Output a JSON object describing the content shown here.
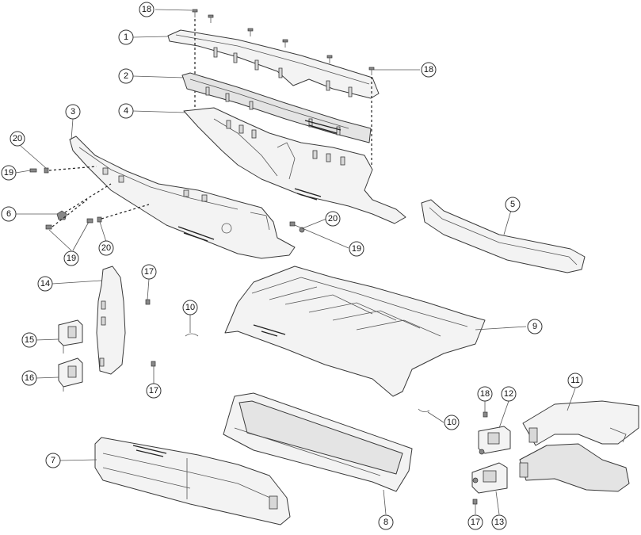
{
  "diagram": {
    "callouts": [
      {
        "id": "c18a",
        "label": "18"
      },
      {
        "id": "c1",
        "label": "1"
      },
      {
        "id": "c2",
        "label": "2"
      },
      {
        "id": "c18b",
        "label": "18"
      },
      {
        "id": "c3",
        "label": "3"
      },
      {
        "id": "c4",
        "label": "4"
      },
      {
        "id": "c20a",
        "label": "20"
      },
      {
        "id": "c19a",
        "label": "19"
      },
      {
        "id": "c6",
        "label": "6"
      },
      {
        "id": "c19b",
        "label": "19"
      },
      {
        "id": "c20b",
        "label": "20"
      },
      {
        "id": "c20c",
        "label": "20"
      },
      {
        "id": "c19c",
        "label": "19"
      },
      {
        "id": "c5",
        "label": "5"
      },
      {
        "id": "c14",
        "label": "14"
      },
      {
        "id": "c17a",
        "label": "17"
      },
      {
        "id": "c10a",
        "label": "10"
      },
      {
        "id": "c9",
        "label": "9"
      },
      {
        "id": "c15",
        "label": "15"
      },
      {
        "id": "c16",
        "label": "16"
      },
      {
        "id": "c17b",
        "label": "17"
      },
      {
        "id": "c11",
        "label": "11"
      },
      {
        "id": "c18c",
        "label": "18"
      },
      {
        "id": "c12",
        "label": "12"
      },
      {
        "id": "c10b",
        "label": "10"
      },
      {
        "id": "c7",
        "label": "7"
      },
      {
        "id": "c8",
        "label": "8"
      },
      {
        "id": "c17c",
        "label": "17"
      },
      {
        "id": "c13",
        "label": "13"
      }
    ]
  }
}
